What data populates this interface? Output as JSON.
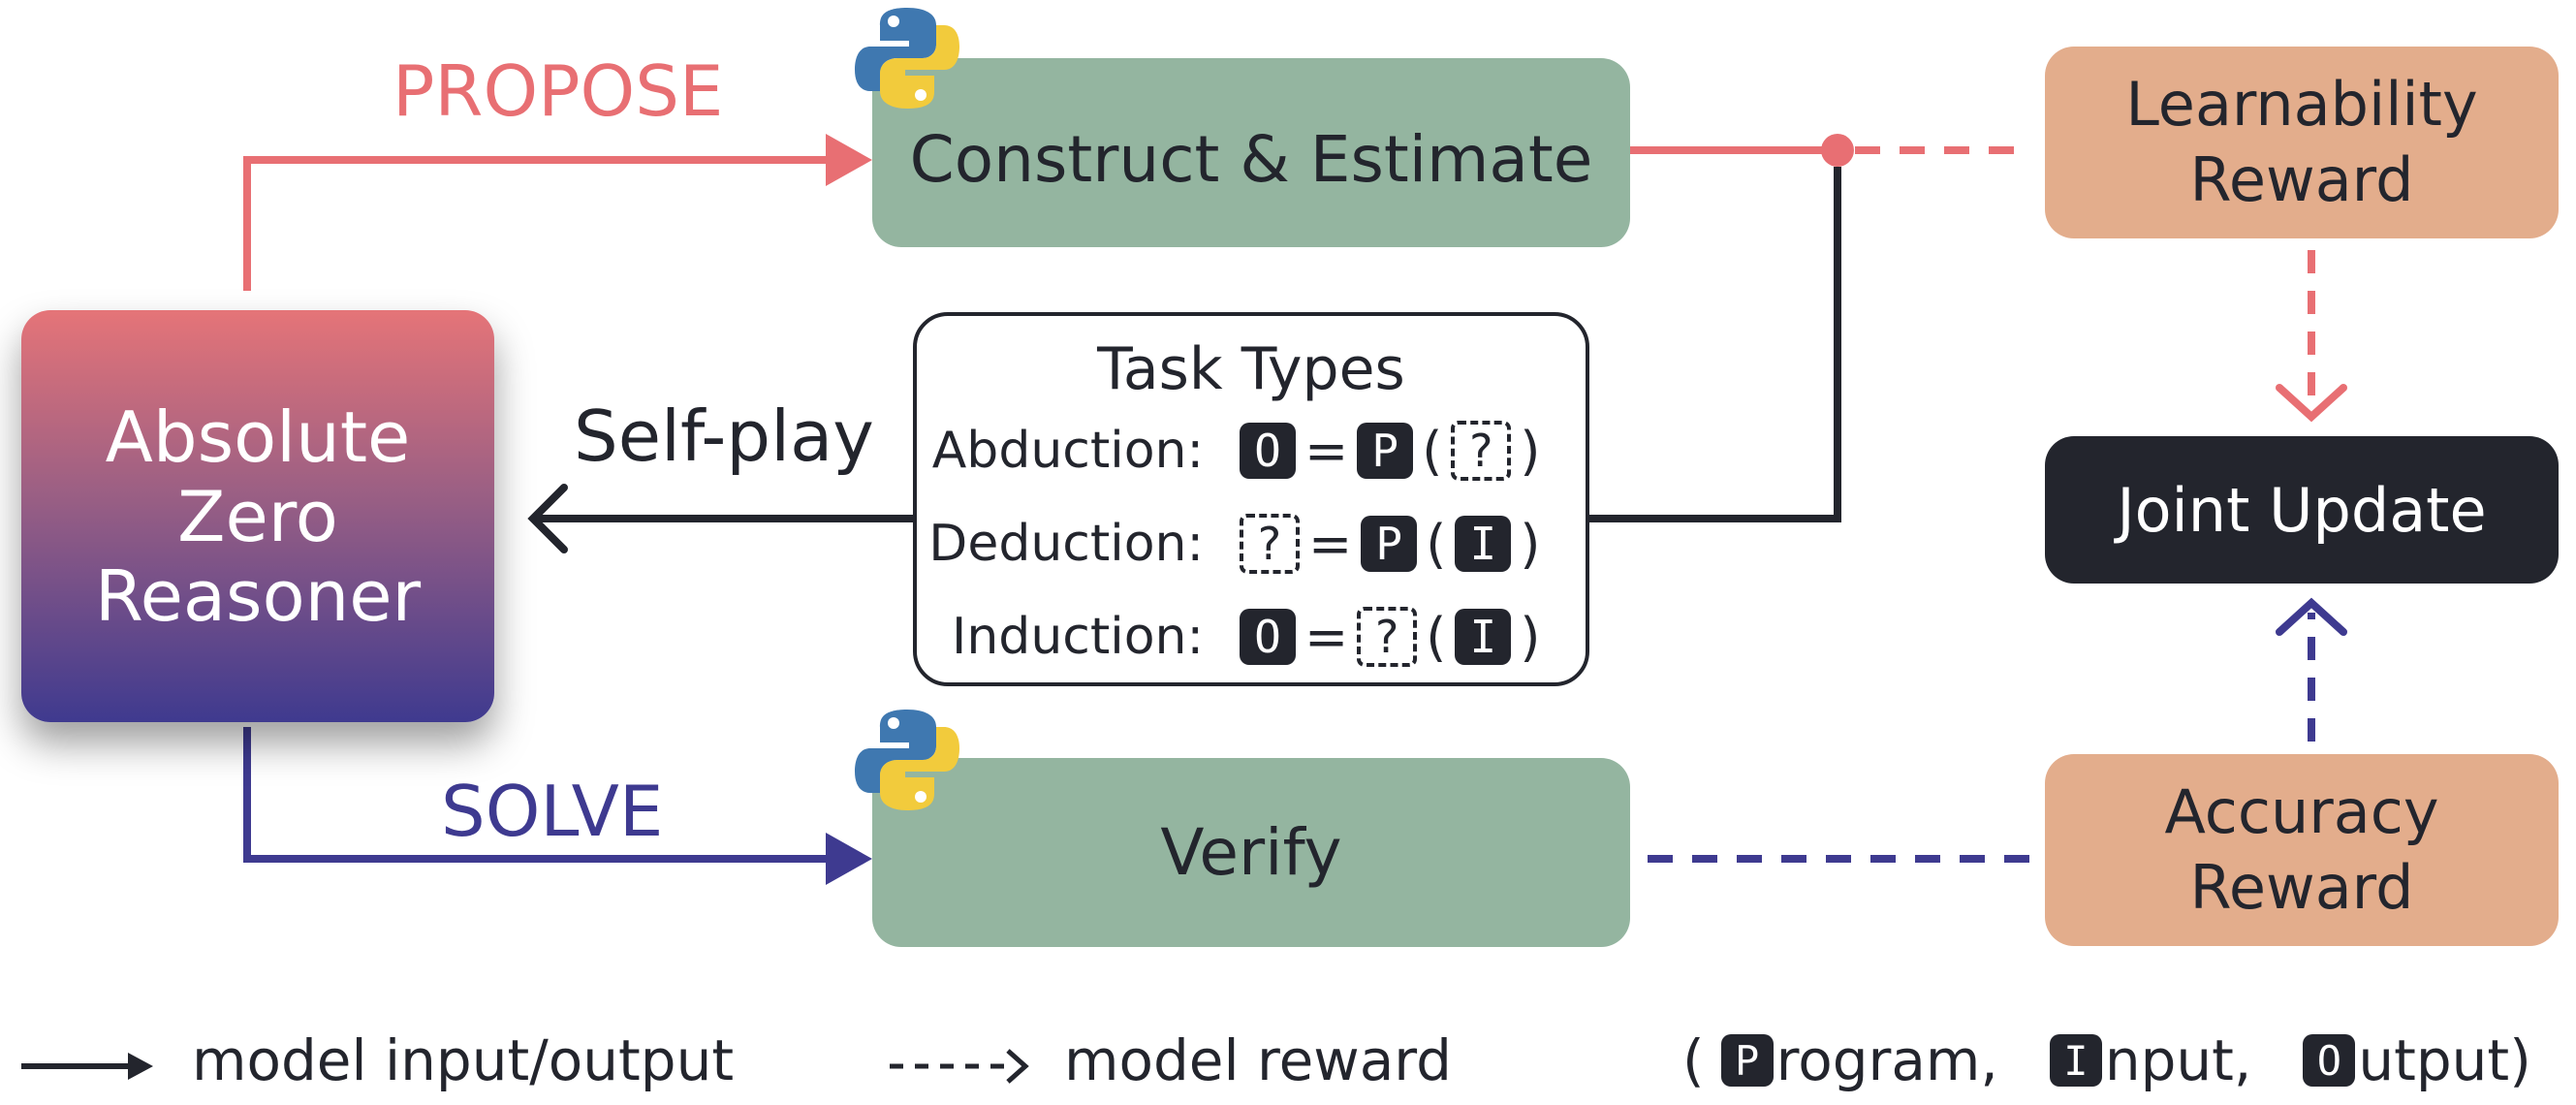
{
  "labels": {
    "propose": "PROPOSE",
    "solve": "SOLVE",
    "self_play": "Self-play"
  },
  "nodes": {
    "reasoner": "Absolute\nZero\nReasoner",
    "construct": "Construct & Estimate",
    "verify": "Verify",
    "learnability": "Learnability\nReward",
    "accuracy": "Accuracy\nReward",
    "joint": "Joint Update"
  },
  "task_types": {
    "title": "Task Types",
    "rows": [
      {
        "label": "Abduction:",
        "lhs": "O",
        "fn": "P",
        "arg": "?"
      },
      {
        "label": "Deduction:",
        "lhs": "?",
        "fn": "P",
        "arg": "I"
      },
      {
        "label": "Induction:",
        "lhs": "O",
        "fn": "?",
        "arg": "I"
      }
    ],
    "eq_sign": "=",
    "open_paren": "(",
    "close_paren": ")"
  },
  "legend": {
    "solid": "model input/output",
    "dashed": "model reward",
    "open_paren": "(",
    "p_key": "P",
    "p_rest": "rogram,",
    "i_key": "I",
    "i_rest": "nput,",
    "o_key": "O",
    "o_rest": "utput",
    "close_paren": ")"
  },
  "colors": {
    "propose": "#e86f73",
    "solve": "#3e3a90",
    "dark": "#23252d",
    "green": "#94b5a0",
    "orange": "#e3ad8c"
  },
  "icons": [
    "python-logo-icon"
  ]
}
